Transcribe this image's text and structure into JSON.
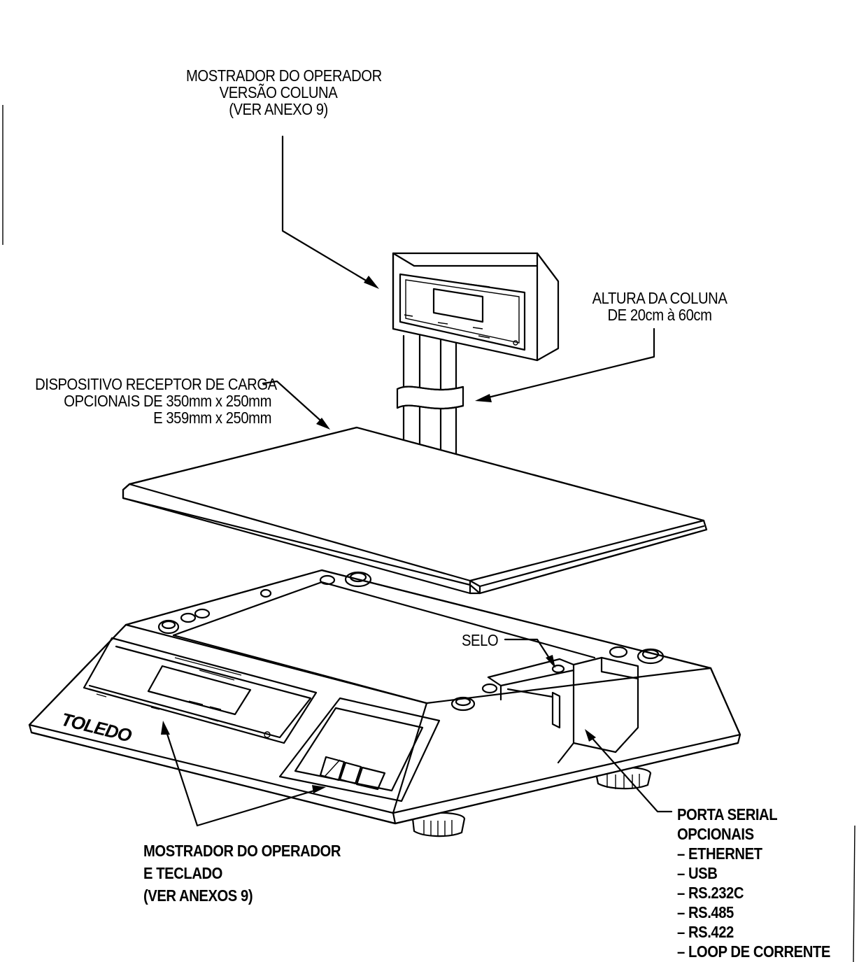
{
  "callouts": {
    "column_display": {
      "line1": "MOSTRADOR DO OPERADOR",
      "line2": "VERSÃO COLUNA",
      "line3": "(VER ANEXO 9)"
    },
    "column_height": {
      "line1": "ALTURA DA COLUNA",
      "line2": "DE 20cm à 60cm"
    },
    "load_receptor": {
      "line1": "DISPOSITIVO RECEPTOR DE CARGA",
      "line2": "OPCIONAIS DE 350mm x 250mm",
      "line3": "E 359mm x 250mm"
    },
    "seal": {
      "label": "SELO"
    },
    "operator_display_keyboard": {
      "line1": "MOSTRADOR DO OPERADOR",
      "line2": "E TECLADO",
      "line3": "(VER ANEXOS 9)"
    },
    "serial_port": {
      "line1": "PORTA SERIAL",
      "line2": "OPCIONAIS",
      "options": [
        "– ETHERNET",
        "– USB",
        "– RS.232C",
        "– RS.485",
        "– RS.422",
        "– LOOP DE CORRENTE"
      ]
    }
  },
  "brand": {
    "logo_text": "TOLEDO"
  }
}
